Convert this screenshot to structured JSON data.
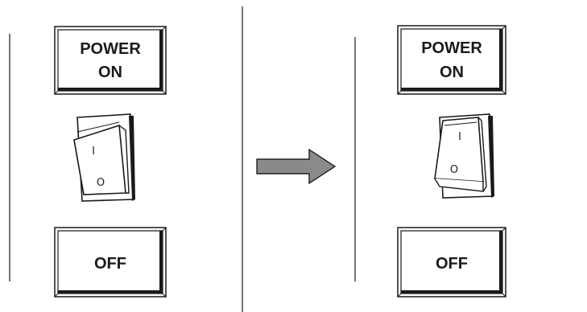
{
  "colors": {
    "line": "#1a1a1a",
    "arrow_fill": "#8a8a8a",
    "arrow_stroke": "#222222",
    "switch_face": "#ffffff"
  },
  "before": {
    "top_label_line1": "POWER",
    "top_label_line2": "ON",
    "bottom_label": "OFF",
    "switch_on_mark": "I",
    "switch_off_mark": "O",
    "switch_state": "off"
  },
  "after": {
    "top_label_line1": "POWER",
    "top_label_line2": "ON",
    "bottom_label": "OFF",
    "switch_on_mark": "I",
    "switch_off_mark": "O",
    "switch_state": "on"
  },
  "transition_icon": "right-arrow-icon"
}
